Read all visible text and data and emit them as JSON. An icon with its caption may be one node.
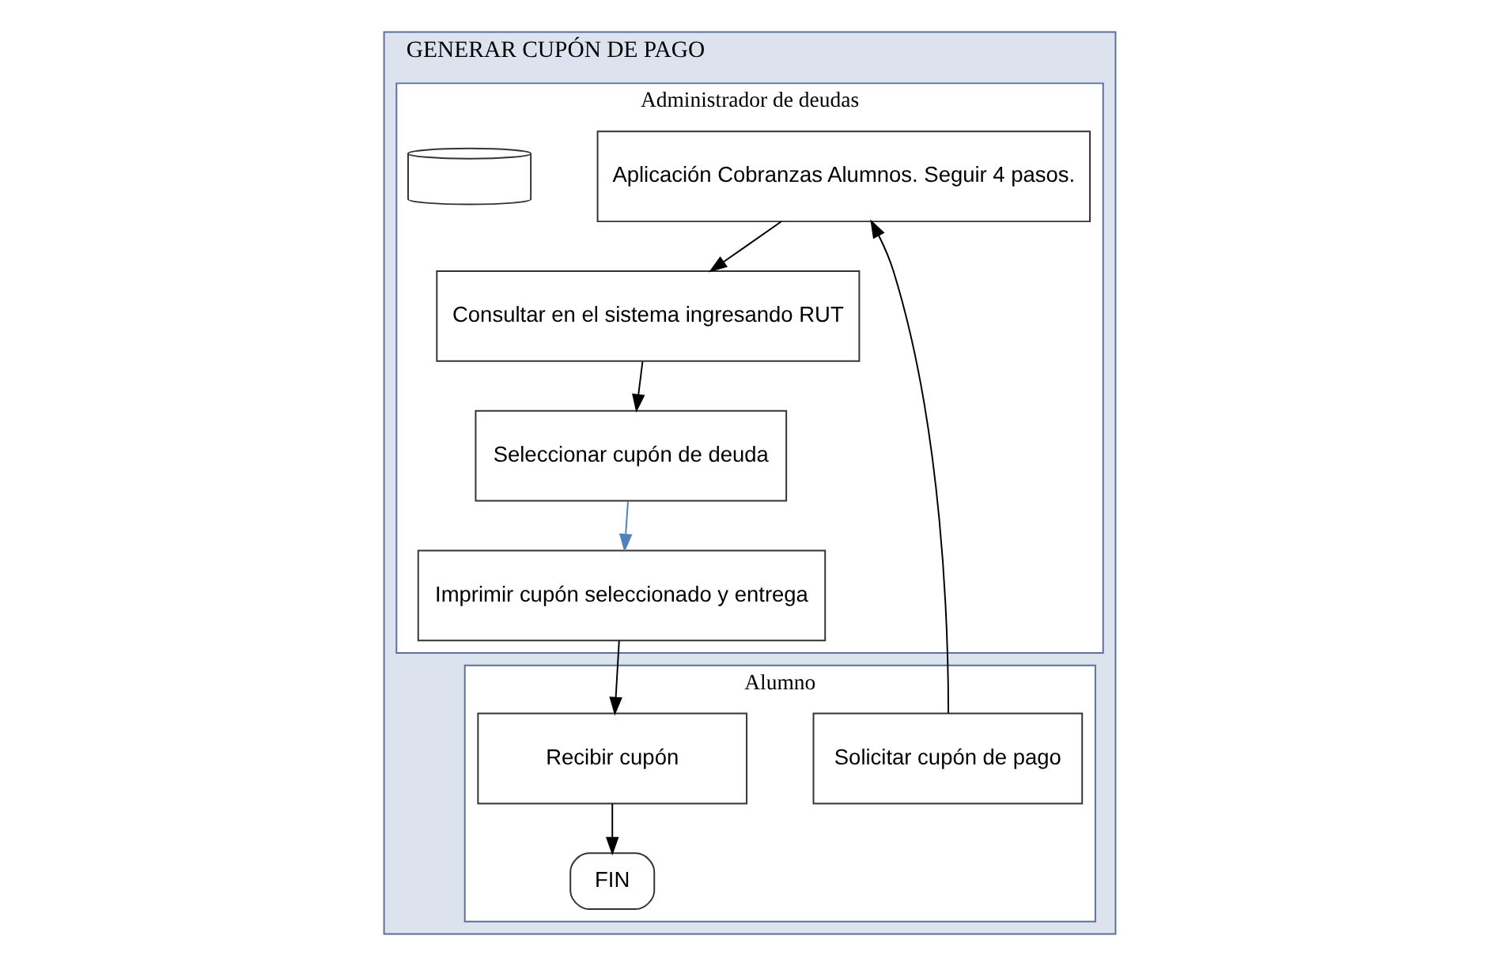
{
  "diagram": {
    "nodes": [
      {
        "text": [
          "GENERAR CUPÓN DE PAGO"
        ]
      },
      {
        "text": [
          "Alumno"
        ],
        "in": 0
      },
      {
        "text": [
          "Administrador de deudas"
        ],
        "in": 0
      },
      {
        "text": [
          "Solicitar cupón de pago"
        ],
        "in": 1
      },
      {
        "text": [
          "Aplicación Cobranzas Alumnos. Seguir 4 pasos."
        ],
        "in": 2
      },
      {
        "text": [],
        "shape": "cylinder",
        "in": 2
      },
      {
        "text": [
          "Consultar en el sistema ingresando RUT"
        ],
        "in": 2
      },
      {
        "text": [
          "Seleccionar cupón de deuda"
        ],
        "in": 2
      },
      {
        "text": [
          "Imprimir cupón seleccionado y entrega"
        ],
        "in": 2
      },
      {
        "text": [
          "Recibir cupón"
        ],
        "in": 1
      },
      {
        "text": [
          "FIN"
        ],
        "in": 1
      }
    ],
    "edges": [
      {
        "from": 3,
        "to": 4,
        "arrow": "to"
      },
      {
        "from": 4,
        "to": 6,
        "arrow": "to"
      },
      {
        "from": 6,
        "to": 7,
        "arrow": "to"
      },
      {
        "from": 7,
        "to": 8,
        "arrow": "to",
        "color": "#4f81bd"
      },
      {
        "from": 8,
        "to": 9,
        "arrow": "to"
      },
      {
        "from": 9,
        "to": 10,
        "arrow": "to"
      }
    ]
  }
}
